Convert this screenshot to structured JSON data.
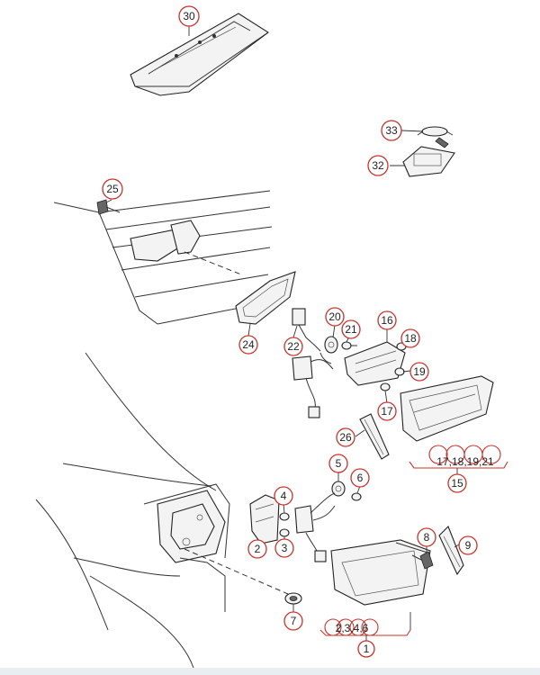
{
  "callouts": {
    "c30": "30",
    "c33": "33",
    "c32": "32",
    "c25": "25",
    "c20": "20",
    "c21": "21",
    "c16": "16",
    "c18": "18",
    "c19": "19",
    "c22": "22",
    "c24": "24",
    "c17": "17",
    "c26": "26",
    "c5": "5",
    "c6": "6",
    "c4": "4",
    "c2": "2",
    "c3": "3",
    "c8": "8",
    "c9": "9",
    "c7": "7",
    "c15": "15",
    "c1": "1"
  },
  "groups": {
    "g15_members": "17,18,19,21",
    "g1_members": "2,3,4,6"
  },
  "colors": {
    "callout_ring": "#c8322a",
    "line": "#333333",
    "footer": "#e9eef3"
  }
}
